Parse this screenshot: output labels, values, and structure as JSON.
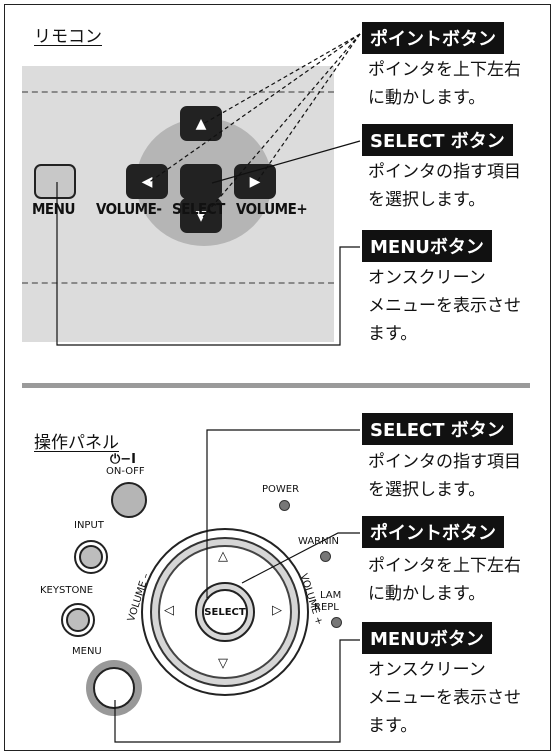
{
  "remote": {
    "title": "リモコン",
    "buttons": {
      "menu": "MENU",
      "volume_minus": "VOLUME-",
      "select": "SELECT",
      "volume_plus": "VOLUME+"
    },
    "callouts": [
      {
        "label": "ポイントボタン",
        "desc": "ポインタを上下左右\nに動かします。"
      },
      {
        "label": "SELECT ボタン",
        "desc": "ポインタの指す項目\nを選択します。"
      },
      {
        "label": "MENUボタン",
        "desc": "オンスクリーン\nメニューを表示させ\nます。"
      }
    ]
  },
  "panel": {
    "title": "操作パネル",
    "labels": {
      "on_off_symbol": "⏻−I",
      "on_off": "ON-OFF",
      "power": "POWER",
      "input": "INPUT",
      "warning": "WARNIN",
      "keystone": "KEYSTONE",
      "lamp": "LAM",
      "lamp2": "REPL",
      "menu": "MENU",
      "select": "SELECT",
      "volume_minus": "VOLUME –",
      "volume_plus": "VOLUME +"
    },
    "callouts": [
      {
        "label": "SELECT ボタン",
        "desc": "ポインタの指す項目\nを選択します。"
      },
      {
        "label": "ポイントボタン",
        "desc": "ポインタを上下左右\nに動かします。"
      },
      {
        "label": "MENUボタン",
        "desc": "オンスクリーン\nメニューを表示させ\nます。"
      }
    ]
  },
  "colors": {
    "label_bg": "#111111",
    "remote_bg": "#dcdcdc",
    "divider": "#9a9a9a"
  }
}
